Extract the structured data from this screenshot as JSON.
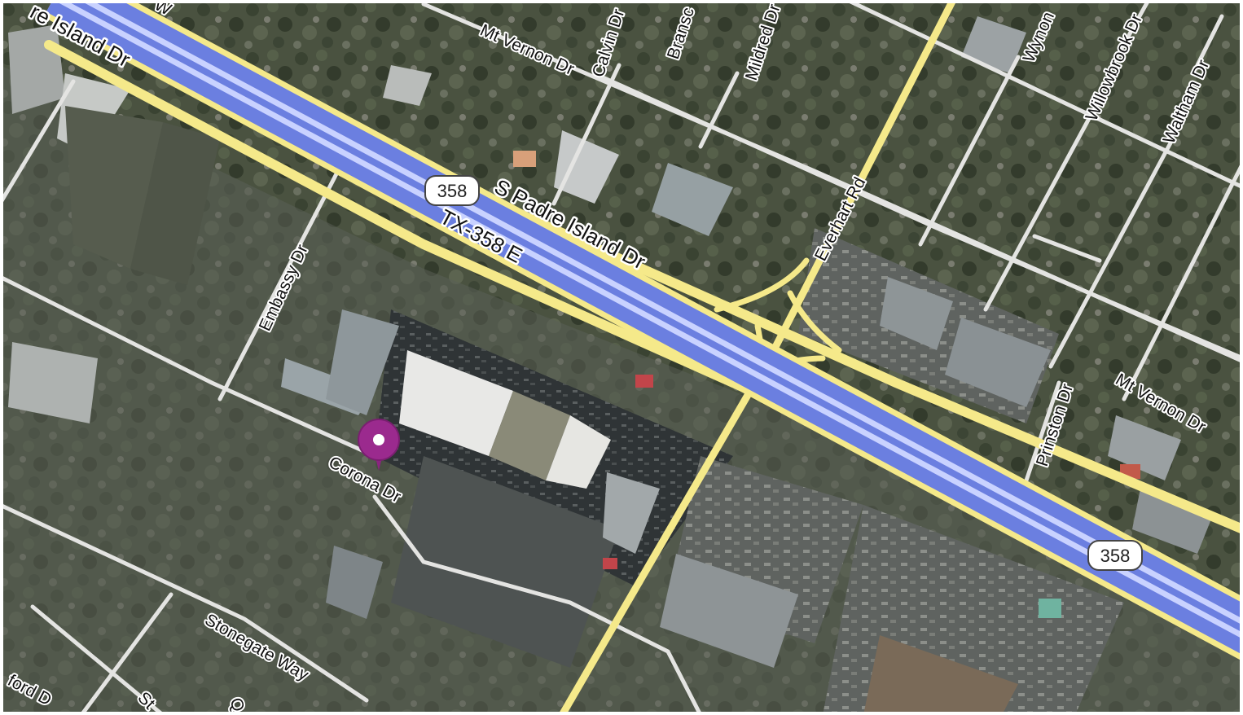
{
  "map": {
    "view": "satellite",
    "colors": {
      "highway": "#6b7fe0",
      "highway_stripe": "#c9d2ff",
      "arterial": "#f5e98a",
      "minor_road": "#e6e6e6",
      "marker": "#9b2a8e"
    },
    "shields": [
      {
        "id": "shield-358-a",
        "text": "358"
      },
      {
        "id": "shield-358-b",
        "text": "358"
      }
    ],
    "labels": {
      "padre_island_top": "re Island Dr",
      "mt_vernon_top": "Mt Vernon Dr",
      "calvin": "Calvin Dr",
      "bransc": "Bransc",
      "mildred": "Mildred Dr",
      "wynon": "Wynon",
      "willowbrook": "Willowbrook Dr",
      "waltham": "Waltham Dr",
      "s_padre_island": "S Padre Island Dr",
      "tx358": "TX-358 E",
      "everhart": "Everhart Rd",
      "embassy": "Embassy Dr",
      "corona": "Corona Dr",
      "prinston": "Prinston Dr",
      "mt_vernon_right": "Mt Vernon Dr",
      "stonegate": "Stonegate Way",
      "ford": "ford D",
      "st": "St",
      "q": "Q",
      "edge_w": "W"
    },
    "marker": {
      "icon": "map-pin-icon"
    }
  }
}
